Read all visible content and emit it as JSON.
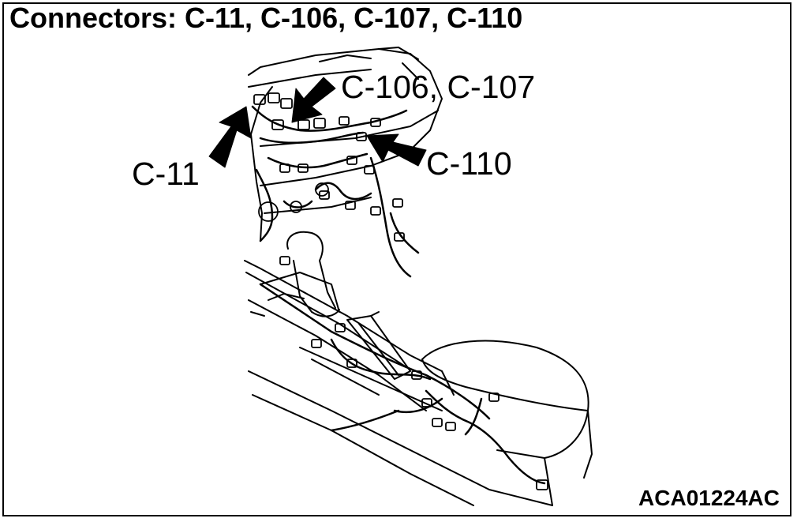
{
  "title": "Connectors: C-11, C-106, C-107, C-110",
  "callouts": {
    "c106_c107": "C-106, C-107",
    "c11": "C-11",
    "c110": "C-110"
  },
  "figure_id": "ACA01224AC",
  "colors": {
    "line": "#000000",
    "background": "#ffffff"
  }
}
